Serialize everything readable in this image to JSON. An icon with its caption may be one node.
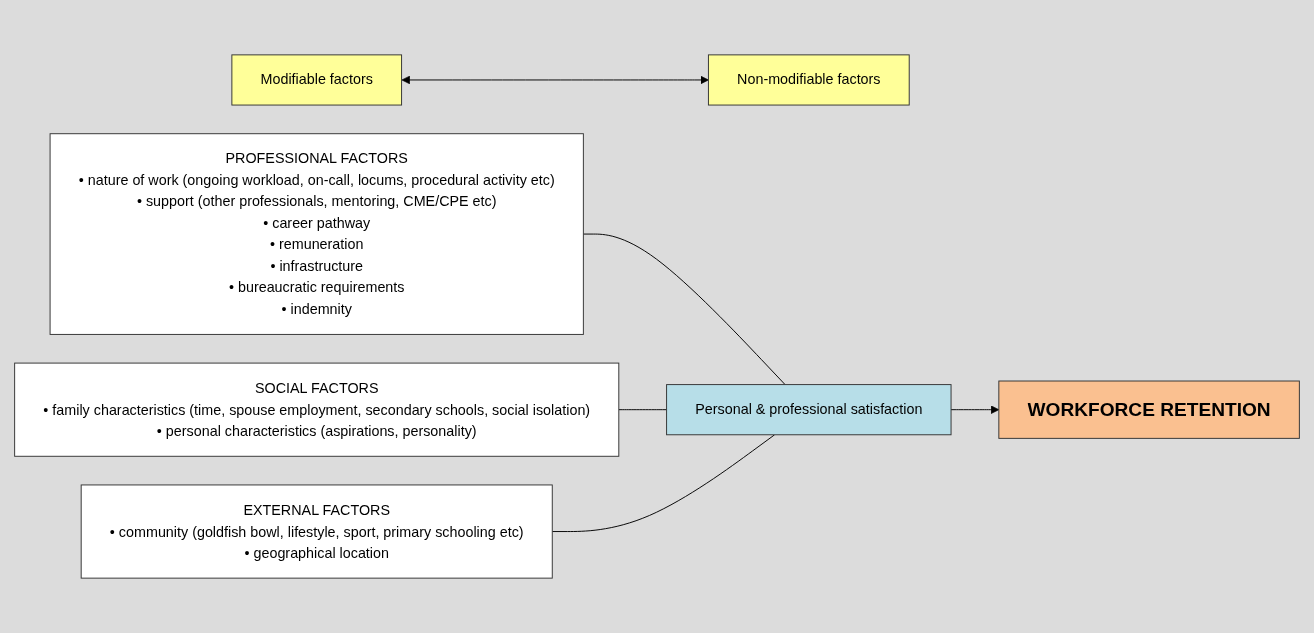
{
  "diagram": {
    "nodes": [
      {
        "text": [
          "Modifiable factors"
        ]
      },
      {
        "text": [
          "Non-modifiable factors"
        ]
      },
      {
        "text": [
          "PROFESSIONAL FACTORS",
          "• nature of work (ongoing workload, on-call, locums, procedural activity etc)",
          "• support (other professionals, mentoring, CME/CPE etc)",
          "• career pathway",
          "• remuneration",
          "• infrastructure",
          "• bureaucratic requirements",
          "• indemnity"
        ]
      },
      {
        "text": [
          "SOCIAL FACTORS",
          "• family characteristics (time, spouse employment, secondary schools, social isolation)",
          "• personal characteristics (aspirations, personality)"
        ]
      },
      {
        "text": [
          "EXTERNAL FACTORS",
          "• community (goldfish bowl, lifestyle, sport, primary schooling etc)",
          "• geographical location"
        ]
      },
      {
        "text": [
          "Personal & professional satisfaction"
        ]
      },
      {
        "text": [
          "WORKFORCE RETENTION"
        ]
      }
    ],
    "edges": [
      {
        "from": 0,
        "to": 1,
        "arrow": "both"
      },
      {
        "from": 2,
        "to": 5,
        "arrow": "none"
      },
      {
        "from": 3,
        "to": 5,
        "arrow": "none"
      },
      {
        "from": 4,
        "to": 5,
        "arrow": "none"
      },
      {
        "from": 5,
        "to": 6,
        "arrow": "to"
      }
    ]
  }
}
